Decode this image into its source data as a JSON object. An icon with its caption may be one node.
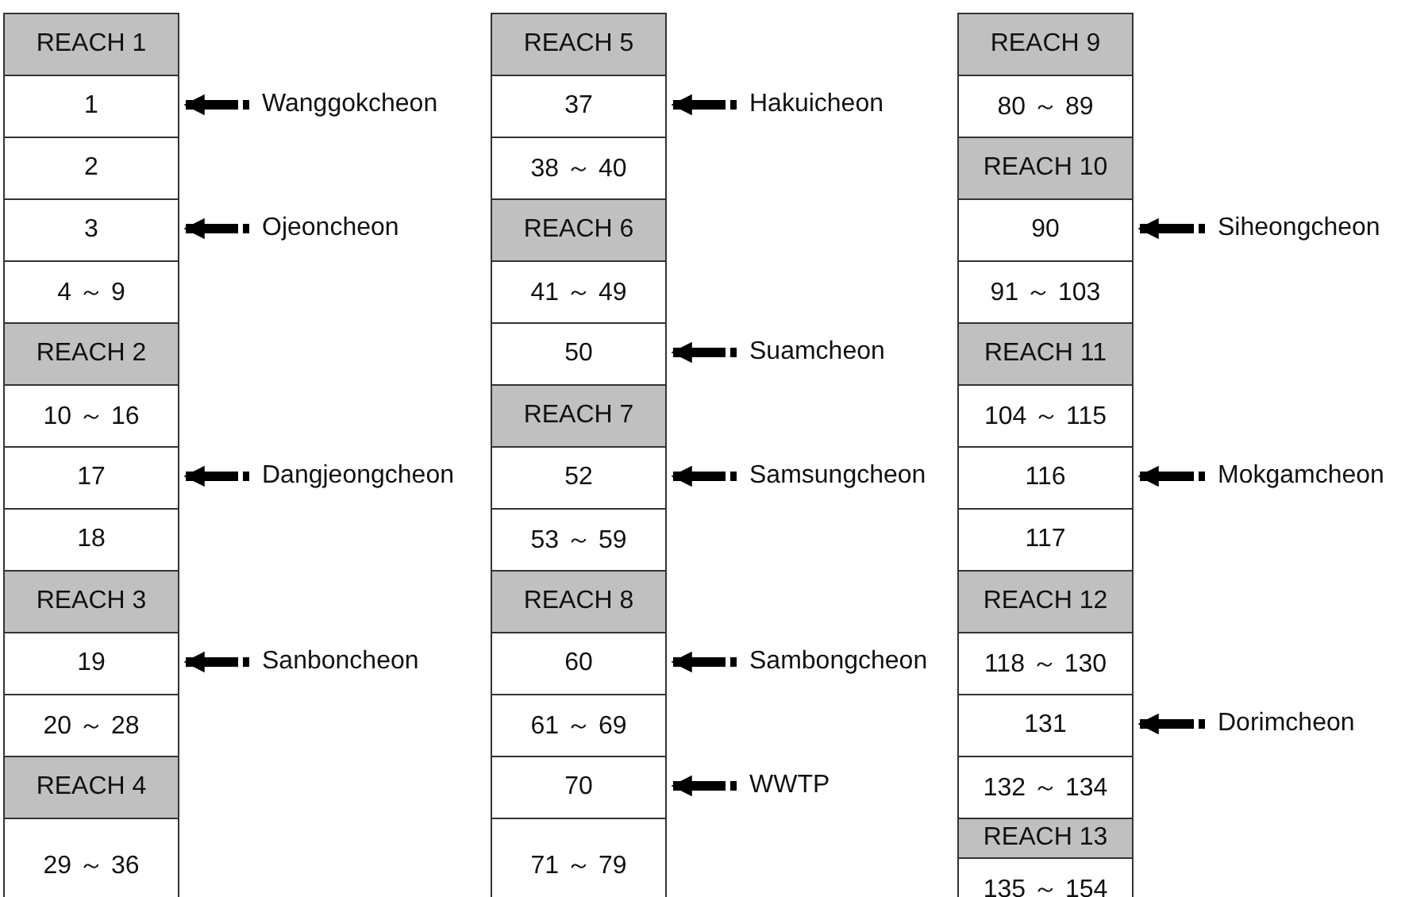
{
  "diagram": {
    "nodes": [
      {
        "text": [
          "REACH 1"
        ]
      },
      {
        "text": [
          "1"
        ]
      },
      {
        "text": [
          "2"
        ]
      },
      {
        "text": [
          "3"
        ]
      },
      {
        "text": [
          "4 ～ 9"
        ]
      },
      {
        "text": [
          "REACH 2"
        ]
      },
      {
        "text": [
          "10 ～ 16"
        ]
      },
      {
        "text": [
          "17"
        ]
      },
      {
        "text": [
          "18"
        ]
      },
      {
        "text": [
          "REACH 3"
        ]
      },
      {
        "text": [
          "19"
        ]
      },
      {
        "text": [
          "20 ～ 28"
        ]
      },
      {
        "text": [
          "REACH 4"
        ]
      },
      {
        "text": [
          "29 ～ 36"
        ]
      },
      {
        "text": [
          "Wanggokcheon"
        ]
      },
      {
        "text": [
          "Ojeoncheon"
        ]
      },
      {
        "text": [
          "Dangjeongcheon"
        ]
      },
      {
        "text": [
          "Sanboncheon"
        ]
      },
      {
        "text": [
          "REACH 5"
        ]
      },
      {
        "text": [
          "37"
        ]
      },
      {
        "text": [
          "38 ～ 40"
        ]
      },
      {
        "text": [
          "REACH 6"
        ]
      },
      {
        "text": [
          "41 ～ 49"
        ]
      },
      {
        "text": [
          "50"
        ]
      },
      {
        "text": [
          "REACH 7"
        ]
      },
      {
        "text": [
          "52"
        ]
      },
      {
        "text": [
          "53 ～ 59"
        ]
      },
      {
        "text": [
          "REACH 8"
        ]
      },
      {
        "text": [
          "60"
        ]
      },
      {
        "text": [
          "61 ～ 69"
        ]
      },
      {
        "text": [
          "70"
        ]
      },
      {
        "text": [
          "71 ～ 79"
        ]
      },
      {
        "text": [
          "Hakuicheon"
        ]
      },
      {
        "text": [
          "Suamcheon"
        ]
      },
      {
        "text": [
          "Samsungcheon"
        ]
      },
      {
        "text": [
          "Sambongcheon"
        ]
      },
      {
        "text": [
          "WWTP"
        ]
      },
      {
        "text": [
          "REACH 9"
        ]
      },
      {
        "text": [
          "80 ～ 89"
        ]
      },
      {
        "text": [
          "REACH 10"
        ]
      },
      {
        "text": [
          "90"
        ]
      },
      {
        "text": [
          "91 ～ 103"
        ]
      },
      {
        "text": [
          "REACH 11"
        ]
      },
      {
        "text": [
          "104 ～ 115"
        ]
      },
      {
        "text": [
          "116"
        ]
      },
      {
        "text": [
          "117"
        ]
      },
      {
        "text": [
          "REACH 12"
        ]
      },
      {
        "text": [
          "118 ～ 130"
        ]
      },
      {
        "text": [
          "131"
        ]
      },
      {
        "text": [
          "132 ～ 134"
        ]
      },
      {
        "text": [
          "REACH 13"
        ]
      },
      {
        "text": [
          "135 ～ 154"
        ]
      },
      {
        "text": [
          "Siheongcheon"
        ]
      },
      {
        "text": [
          "Mokgamcheon"
        ]
      },
      {
        "text": [
          "Dorimcheon"
        ]
      }
    ],
    "edges": [
      {
        "from": 14,
        "to": 1,
        "arrow": "to"
      },
      {
        "from": 15,
        "to": 3,
        "arrow": "to"
      },
      {
        "from": 16,
        "to": 7,
        "arrow": "to"
      },
      {
        "from": 17,
        "to": 10,
        "arrow": "to"
      },
      {
        "from": 32,
        "to": 19,
        "arrow": "to"
      },
      {
        "from": 33,
        "to": 23,
        "arrow": "to"
      },
      {
        "from": 34,
        "to": 25,
        "arrow": "to"
      },
      {
        "from": 35,
        "to": 28,
        "arrow": "to"
      },
      {
        "from": 36,
        "to": 30,
        "arrow": "to"
      },
      {
        "from": 52,
        "to": 40,
        "arrow": "to"
      },
      {
        "from": 53,
        "to": 44,
        "arrow": "to"
      },
      {
        "from": 54,
        "to": 48,
        "arrow": "to"
      }
    ]
  }
}
